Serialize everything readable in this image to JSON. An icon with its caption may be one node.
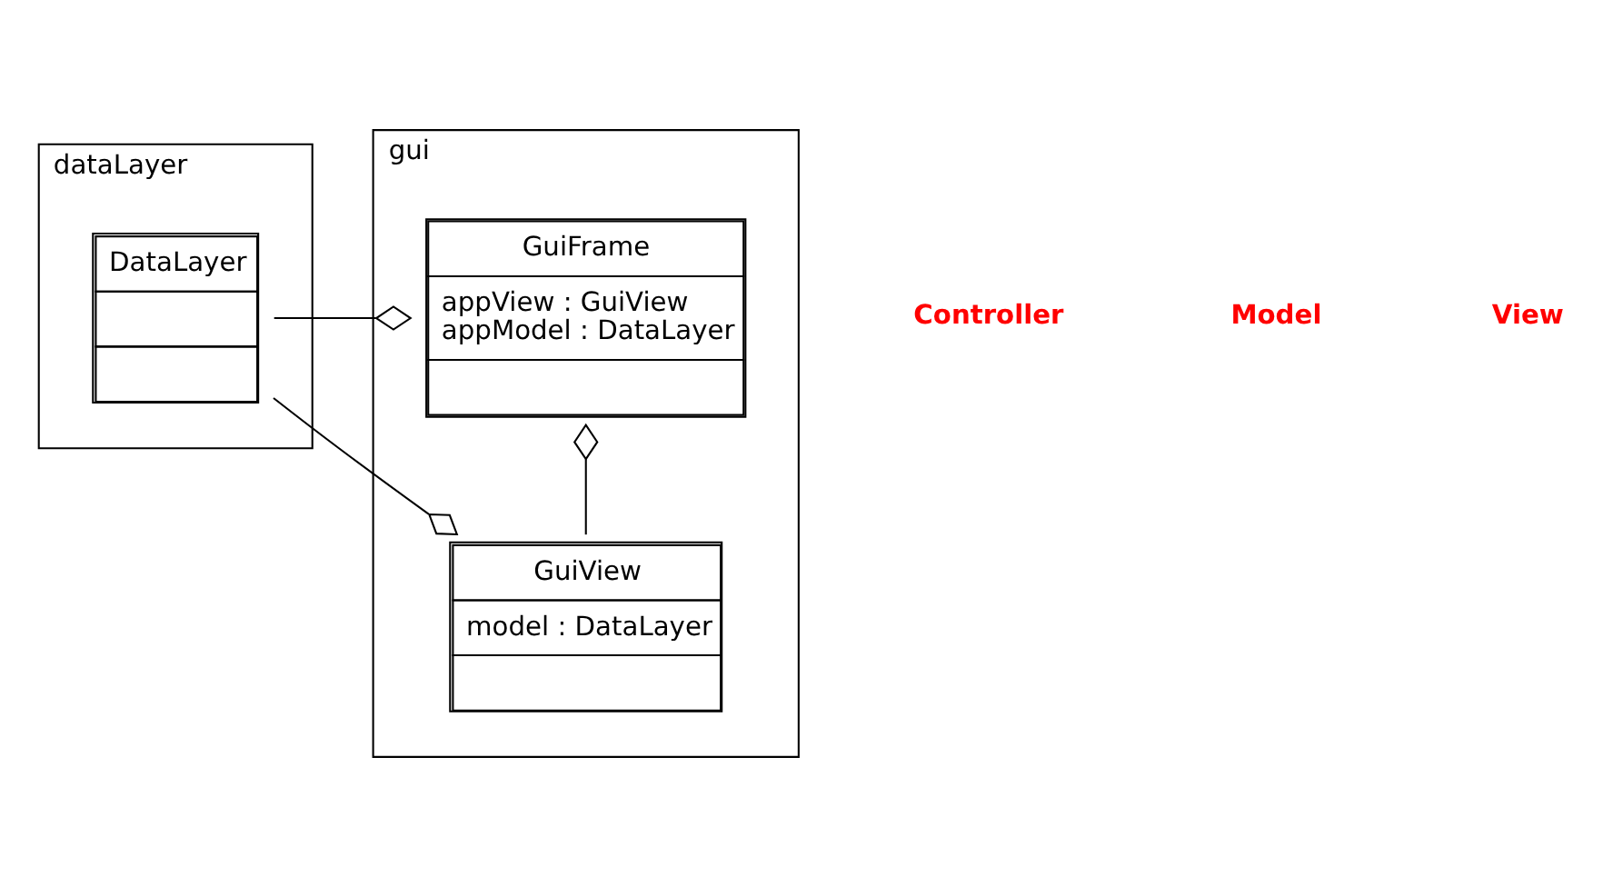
{
  "diagram": {
    "nodes": [
      {
        "text": [
          "dataLayer"
        ]
      },
      {
        "text": [
          "DataLayer"
        ],
        "in": 0
      },
      {
        "text": [
          "gui"
        ]
      },
      {
        "text": [
          "GuiFrame",
          "appView : GuiView",
          "appModel : DataLayer"
        ],
        "in": 2
      },
      {
        "text": [
          "GuiView",
          "model : DataLayer"
        ],
        "in": 2
      }
    ],
    "edges": [
      {
        "from": 1,
        "to": 3,
        "arrow": "other"
      },
      {
        "from": 4,
        "to": 3,
        "arrow": "other"
      },
      {
        "from": 1,
        "to": 4,
        "arrow": "other"
      }
    ],
    "labels": [
      "Controller",
      "Model",
      "View"
    ]
  }
}
